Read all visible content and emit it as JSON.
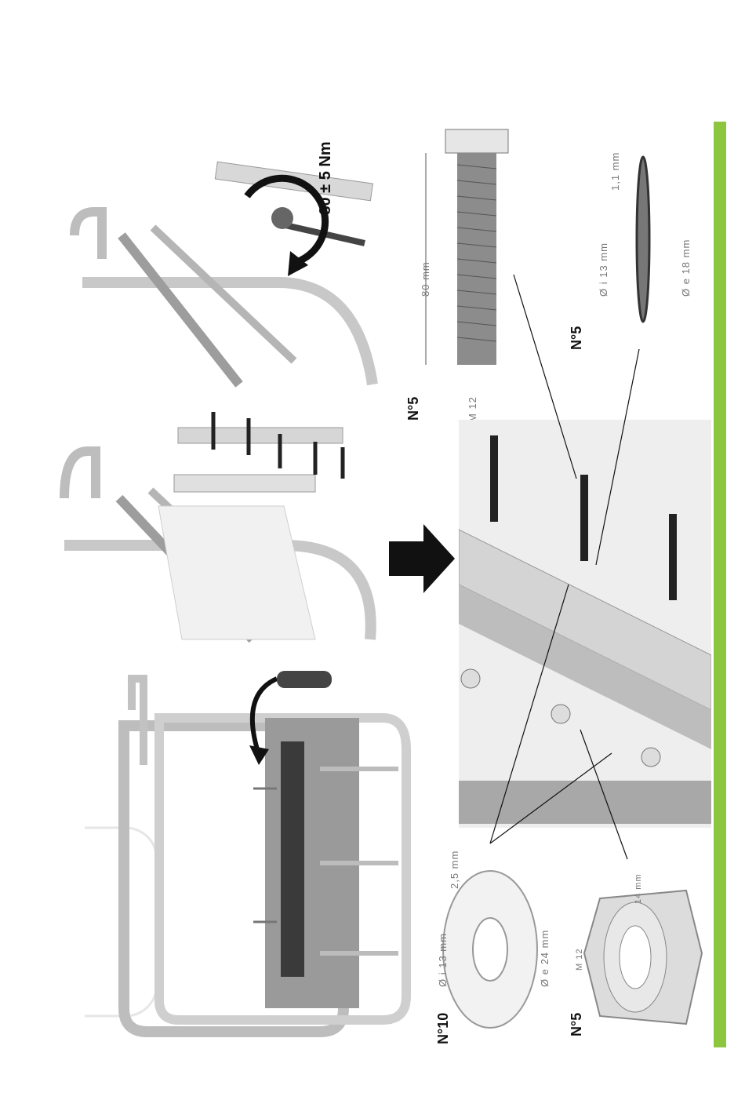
{
  "page": {
    "accent_bar_color": "#8cc63f",
    "steps": [
      {
        "name": "step-1-assembly",
        "icon": "rotate-arrow-icon"
      },
      {
        "name": "step-2-bolts",
        "icon": "bolt-icon"
      },
      {
        "name": "step-3-torque",
        "icon": "torque-wrench-icon"
      }
    ]
  },
  "torque": {
    "label": "80 ± 5 Nm"
  },
  "bolt_detail": {
    "quantity": "N°5",
    "length": "80 mm",
    "thread": "M 12"
  },
  "lock_washer": {
    "quantity": "N°5",
    "inner": "Ø i 13 mm",
    "outer": "Ø e 18 mm",
    "thickness": "1,1 mm"
  },
  "flat_washer": {
    "quantity": "N°10",
    "inner": "Ø i 13 mm",
    "outer": "Ø e 24 mm",
    "thickness": "2,5 mm"
  },
  "nut": {
    "quantity": "N°5",
    "thread": "M 12",
    "size": "14 mm"
  }
}
